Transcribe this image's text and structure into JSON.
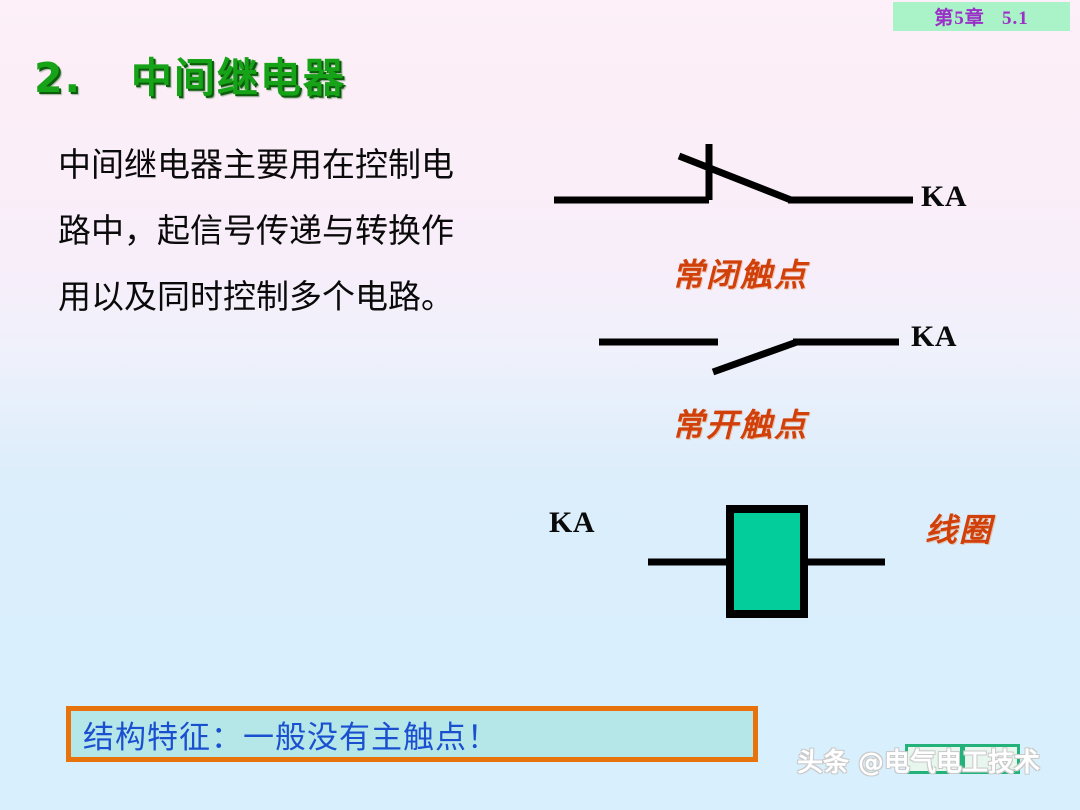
{
  "header": {
    "chapter_badge": "第5章   5.1",
    "badge_bg": "#aaf2c8",
    "badge_color": "#9b30c8"
  },
  "title": {
    "text": "2.   中间继电器",
    "color": "#17a317"
  },
  "body": {
    "paragraph": "中间继电器主要用在控制电路中，起信号传递与转换作用以及同时控制多个电路。"
  },
  "diagram": {
    "normally_closed": {
      "device_label": "KA",
      "caption": "常闭触点"
    },
    "normally_open": {
      "device_label": "KA",
      "caption": "常开触点"
    },
    "coil": {
      "device_label": "KA",
      "caption": "线圈",
      "fill_color": "#03ce9b",
      "stroke_color": "#000000"
    },
    "caption_color": "#d2400a",
    "wire_color": "#000000"
  },
  "conclusion": {
    "text": "结构特征：一般没有主触点！",
    "border_color": "#e8730c",
    "background_color": "#b6e7e8",
    "text_color": "#1a4fd0"
  },
  "watermark": {
    "text": "头条 @电气电工技术"
  }
}
